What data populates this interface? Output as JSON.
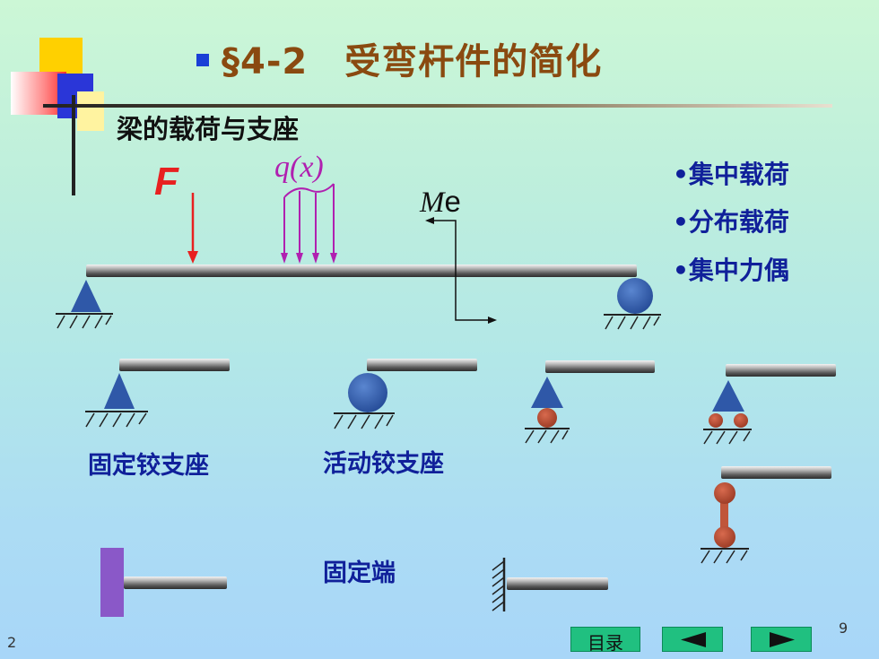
{
  "slide": {
    "title": "§4-2　受弯杆件的简化",
    "subtitle": "梁的载荷与支座",
    "load_types": [
      "•集中载荷",
      "•分布载荷",
      "•集中力偶"
    ],
    "labels": {
      "force": "F",
      "distributed_q": "q",
      "distributed_x": "(x)",
      "moment_M": "M",
      "moment_e": "e"
    },
    "support_labels": {
      "fixed_hinge": "固定铰支座",
      "movable_hinge": "活动铰支座",
      "fixed_end": "固定端"
    },
    "footer": {
      "left_number": "2",
      "slide_number": "9",
      "toc_button": "目录"
    },
    "colors": {
      "title": "#8a4a10",
      "text_blue": "#10209a",
      "force_red": "#e82020",
      "load_purple": "#b020b0",
      "support_blue": "#2f58a8",
      "roller_red": "#b8482e",
      "nav_green": "#20c080"
    },
    "icons": {
      "prev": "left-triangle",
      "next": "right-triangle"
    }
  }
}
